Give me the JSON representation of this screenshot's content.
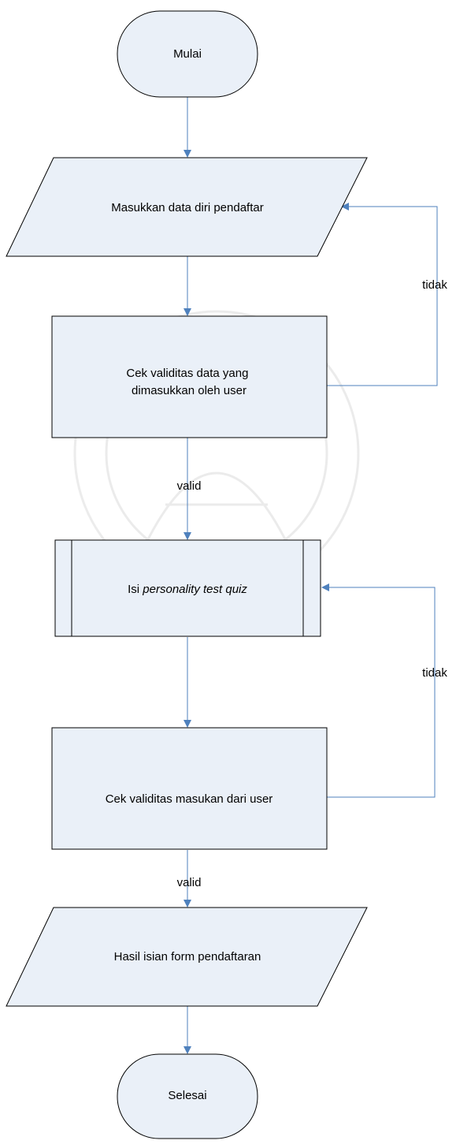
{
  "nodes": {
    "start": "Mulai",
    "input_data": "Masukkan data diri pendaftar",
    "check_data": {
      "line1": "Cek validitas data yang",
      "line2": "dimasukkan oleh user"
    },
    "quiz": {
      "prefix": "Isi ",
      "italic": "personality test quiz"
    },
    "check_input": "Cek validitas masukan dari user",
    "output": "Hasil isian form pendaftaran",
    "end": "Selesai"
  },
  "edges": {
    "no_label_1": "tidak",
    "valid_label_1": "valid",
    "no_label_2": "tidak",
    "valid_label_2": "valid"
  },
  "colors": {
    "shape_fill": "#eaf0f8",
    "connector": "#4f81bd",
    "stroke": "#000000"
  }
}
